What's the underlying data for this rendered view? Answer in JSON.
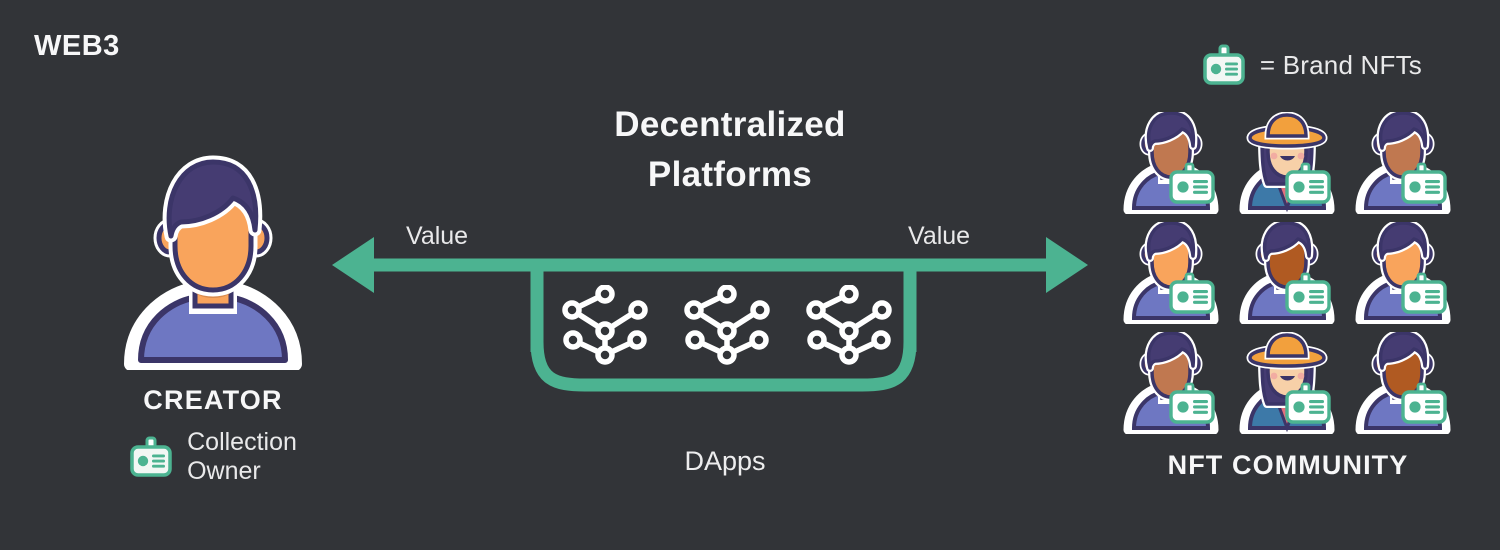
{
  "background_color": "#323438",
  "accent_green": "#4CB391",
  "header": {
    "title": "WEB3"
  },
  "legend": {
    "icon": "id-badge-icon",
    "text": "= Brand NFTs"
  },
  "creator": {
    "avatar_icon": "creator-avatar-icon",
    "name": "CREATOR",
    "role_icon": "id-badge-icon",
    "role_line1": "Collection",
    "role_line2": "Owner"
  },
  "center": {
    "title_line1": "Decentralized",
    "title_line2": "Platforms",
    "value_left_label": "Value",
    "value_right_label": "Value",
    "dapps_label": "DApps",
    "node_icons": [
      "network-node-icon",
      "network-node-icon",
      "network-node-icon"
    ]
  },
  "community": {
    "name": "NFT COMMUNITY",
    "members": [
      {
        "id": "member-1",
        "skin": "#C07850",
        "hair": "#453C72",
        "shirt": "#6E77C2",
        "type": "male",
        "hat": false
      },
      {
        "id": "member-2",
        "skin": "#F7D0A8",
        "hair": "#453C72",
        "shirt": "#E4707E",
        "type": "female",
        "hat": true
      },
      {
        "id": "member-3",
        "skin": "#C07850",
        "hair": "#453C72",
        "shirt": "#6E77C2",
        "type": "male",
        "hat": false
      },
      {
        "id": "member-4",
        "skin": "#F9A45C",
        "hair": "#453C72",
        "shirt": "#6E77C2",
        "type": "male",
        "hat": false
      },
      {
        "id": "member-5",
        "skin": "#B05A22",
        "hair": "#453C72",
        "shirt": "#6E77C2",
        "type": "male",
        "hat": false
      },
      {
        "id": "member-6",
        "skin": "#F9A45C",
        "hair": "#453C72",
        "shirt": "#6E77C2",
        "type": "male",
        "hat": false
      },
      {
        "id": "member-7",
        "skin": "#C07850",
        "hair": "#453C72",
        "shirt": "#6E77C2",
        "type": "male",
        "hat": false
      },
      {
        "id": "member-8",
        "skin": "#F7D0A8",
        "hair": "#453C72",
        "shirt": "#E4707E",
        "type": "female",
        "hat": true
      },
      {
        "id": "member-9",
        "skin": "#B05A22",
        "hair": "#453C72",
        "shirt": "#6E77C2",
        "type": "male",
        "hat": false
      }
    ]
  }
}
